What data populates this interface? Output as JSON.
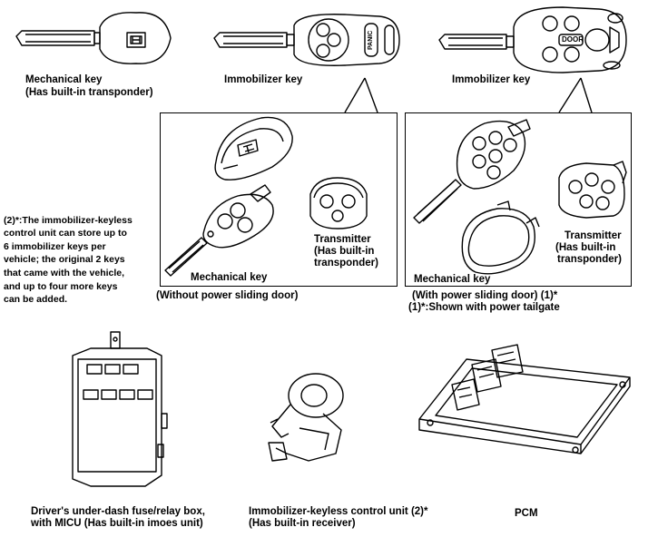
{
  "keys": {
    "left_label": "Mechanical key",
    "left_sub": "(Has built-in transponder)",
    "mid_label": "Immobilizer key",
    "right_label": "Immobilizer key",
    "panic_text": "PANIC",
    "door_button_text": "DOOR"
  },
  "box_left": {
    "mech_label": "Mechanical key",
    "transmitter_label": [
      "Transmitter",
      "(Has built-in",
      "transponder)"
    ],
    "caption": "(Without power sliding door)"
  },
  "box_right": {
    "mech_label": "Mechanical key",
    "transmitter_label": [
      "Transmitter",
      "(Has built-in",
      "transponder)"
    ],
    "caption": "(With power sliding door)",
    "caption_ref": "(1)*",
    "footnote": "(1)*:Shown with power tailgate"
  },
  "side_note": [
    "(2)*:The immobilizer-keyless",
    "control unit can store up to",
    "6 immobilizer keys per",
    "vehicle; the original 2 keys",
    "that came with the vehicle,",
    "and up to four more keys",
    "can be added."
  ],
  "components": {
    "fuse_box": [
      "Driver's under-dash fuse/relay box,",
      "with MICU (Has built-in imoes unit)"
    ],
    "control_unit": [
      "Immobilizer-keyless control unit",
      "(Has built-in receiver)"
    ],
    "control_unit_ref": "(2)*",
    "pcm": "PCM"
  }
}
